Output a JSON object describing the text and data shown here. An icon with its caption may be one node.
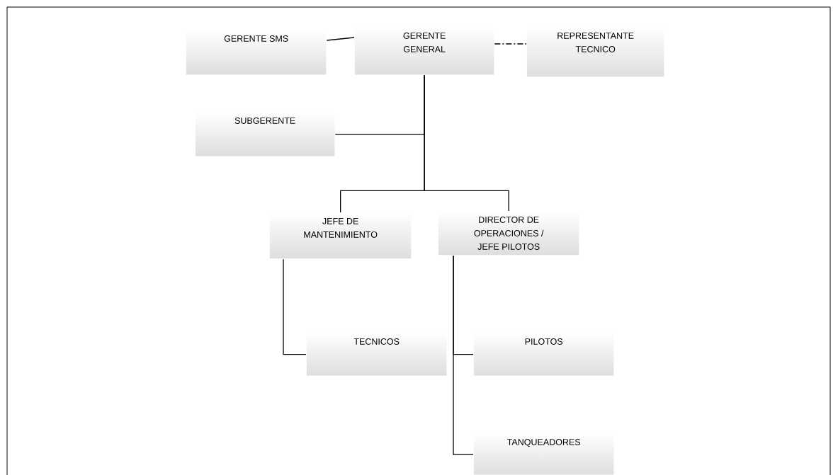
{
  "diagram": {
    "nodes": [
      {
        "text": [
          "GERENTE SMS"
        ]
      },
      {
        "text": [
          "GERENTE GENERAL"
        ]
      },
      {
        "text": [
          "REPRESENTANTE TECNICO"
        ]
      },
      {
        "text": [
          "SUBGERENTE"
        ]
      },
      {
        "text": [
          "JEFE DE MANTENIMIENTO"
        ]
      },
      {
        "text": [
          "DIRECTOR DE OPERACIONES / JEFE PILOTOS"
        ]
      },
      {
        "text": [
          "TECNICOS"
        ]
      },
      {
        "text": [
          "PILOTOS"
        ]
      },
      {
        "text": [
          "TANQUEADORES"
        ]
      }
    ],
    "edges": [
      {
        "from": 0,
        "to": 1,
        "arrow": "none"
      },
      {
        "from": 1,
        "to": 2,
        "arrow": "none",
        "style": "dashed"
      },
      {
        "from": 1,
        "to": 3,
        "arrow": "none"
      },
      {
        "from": 1,
        "to": 4,
        "arrow": "none"
      },
      {
        "from": 1,
        "to": 5,
        "arrow": "none"
      },
      {
        "from": 4,
        "to": 6,
        "arrow": "none"
      },
      {
        "from": 5,
        "to": 7,
        "arrow": "none"
      },
      {
        "from": 5,
        "to": 8,
        "arrow": "none"
      }
    ]
  }
}
